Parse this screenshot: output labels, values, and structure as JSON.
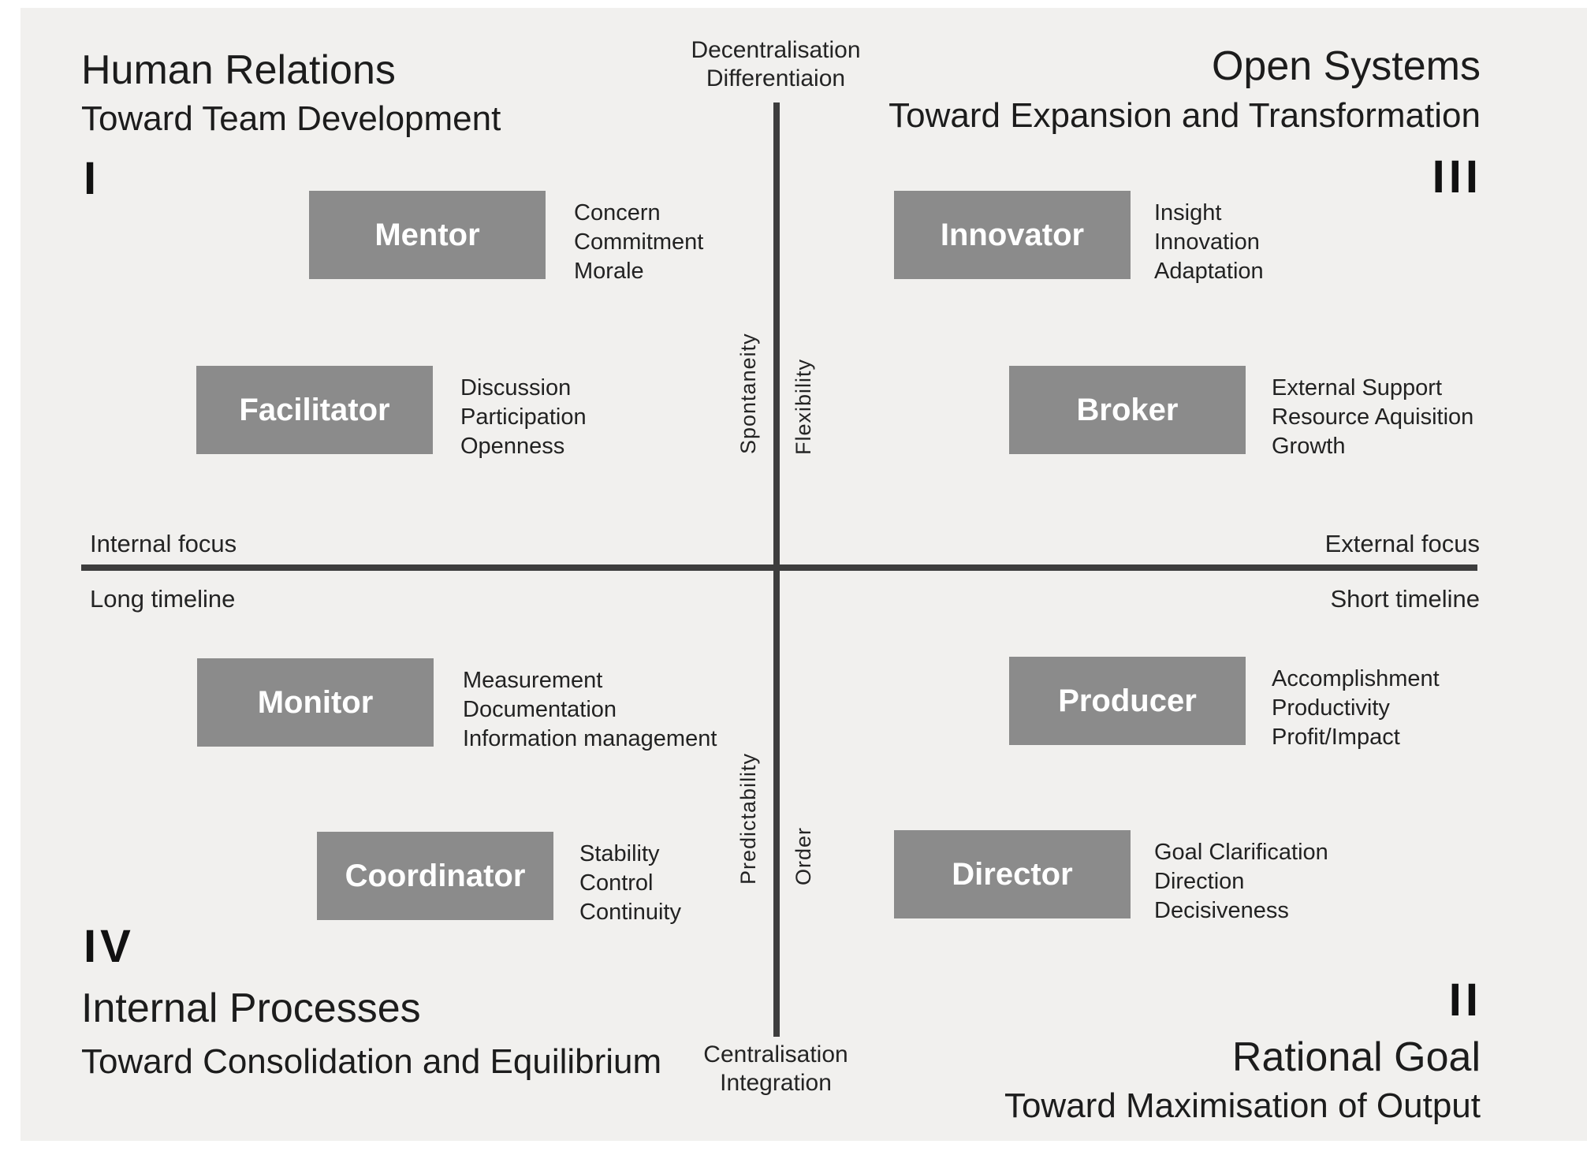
{
  "colors": {
    "background": "#f1f0ee",
    "margin": "#ffffff",
    "box": "#8b8b8b",
    "box_text": "#ffffff",
    "axis_line": "#3d3d3d",
    "text": "#1c1c1c"
  },
  "quadrants": [
    {
      "numeral": "I",
      "title": "Human Relations",
      "subtitle": "Toward Team Development"
    },
    {
      "numeral": "II",
      "title": "Rational Goal",
      "subtitle": "Toward Maximisation of Output"
    },
    {
      "numeral": "III",
      "title": "Open Systems",
      "subtitle": "Toward Expansion and Transformation"
    },
    {
      "numeral": "IV",
      "title": "Internal Processes",
      "subtitle": "Toward Consolidation and Equilibrium"
    }
  ],
  "axis_labels": {
    "top_line1": "Decentralisation",
    "top_line2": "Differentiaion",
    "bottom_line1": "Centralisation",
    "bottom_line2": "Integration",
    "left_above": "Internal focus",
    "left_below": "Long timeline",
    "right_above": "External focus",
    "right_below": "Short timeline",
    "vertical_upper_left": "Spontaneity",
    "vertical_upper_right": "Flexibility",
    "vertical_lower_left": "Predictability",
    "vertical_lower_right": "Order"
  },
  "roles": [
    {
      "label": "Mentor",
      "traits": [
        "Concern",
        "Commitment",
        "Morale"
      ]
    },
    {
      "label": "Innovator",
      "traits": [
        "Insight",
        "Innovation",
        "Adaptation"
      ]
    },
    {
      "label": "Facilitator",
      "traits": [
        "Discussion",
        "Participation",
        "Openness"
      ]
    },
    {
      "label": "Broker",
      "traits": [
        "External Support",
        "Resource Aquisition",
        "Growth"
      ]
    },
    {
      "label": "Monitor",
      "traits": [
        "Measurement",
        "Documentation",
        "Information management"
      ]
    },
    {
      "label": "Producer",
      "traits": [
        "Accomplishment",
        "Productivity",
        "Profit/Impact"
      ]
    },
    {
      "label": "Coordinator",
      "traits": [
        "Stability",
        "Control",
        "Continuity"
      ]
    },
    {
      "label": "Director",
      "traits": [
        "Goal Clarification",
        "Direction",
        "Decisiveness"
      ]
    }
  ]
}
